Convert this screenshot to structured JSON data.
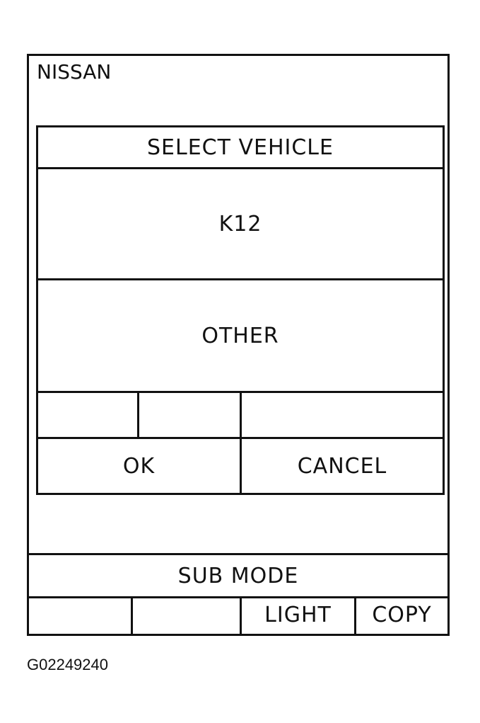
{
  "screen": {
    "brand": "NISSAN",
    "dialog": {
      "title": "SELECT VEHICLE",
      "items": [
        "K12",
        "OTHER"
      ],
      "ok_label": "OK",
      "cancel_label": "CANCEL"
    },
    "sub_mode_label": "SUB MODE",
    "softkeys": [
      "",
      "",
      "LIGHT",
      "COPY"
    ]
  },
  "figure_id": "G02249240"
}
